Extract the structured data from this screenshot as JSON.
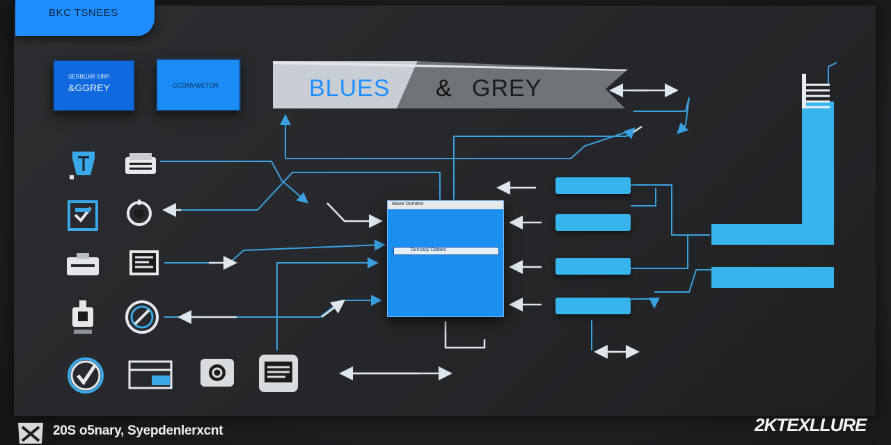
{
  "tab": {
    "label": "BKC TSNEES"
  },
  "card_left": {
    "line1": "SERBCAR SIRP",
    "line2": "&GGREY"
  },
  "card_right": {
    "label": "CCONVWETOR"
  },
  "banner": {
    "word1": "BLUES",
    "amp": "&",
    "word2": "GREY"
  },
  "window": {
    "title": "Mane   Dumens",
    "field_text": "Sunsasy Dataes"
  },
  "footer": {
    "text": "20S o5nary, Syepdenlerxcnt"
  },
  "logo": {
    "text": "2KTEXLLURE"
  },
  "colors": {
    "accent_blue": "#1f8fff",
    "cyan": "#38b4ec",
    "line": "#3aa0e0",
    "board": "#28292c"
  }
}
